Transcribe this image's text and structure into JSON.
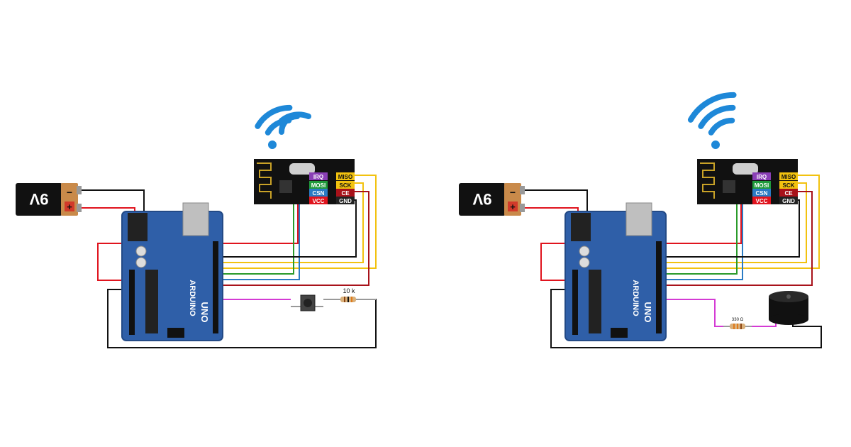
{
  "colors": {
    "wifi": "#1e88d8",
    "board": "#2f5fa8",
    "board_edge": "#234a86",
    "battery_body": "#111111",
    "battery_cap": "#c98a4a",
    "battery_terminal_pos": "#d23a2a",
    "wire_red": "#e0141e",
    "wire_black": "#111111",
    "wire_yellow": "#f2c20f",
    "wire_green": "#2a9a2a",
    "wire_blue": "#2a7bc4",
    "wire_magenta": "#d43bd4",
    "pin_irq": "#8a3fb6",
    "pin_mosi": "#1f9a3a",
    "pin_csn": "#2a7bc4",
    "pin_vcc": "#e0141e",
    "pin_miso": "#f2c20f",
    "pin_sck": "#f2c20f",
    "pin_ce": "#a8121a",
    "pin_gnd": "#222222"
  },
  "icons": {
    "wifi": "wifi-icon"
  },
  "left_circuit": {
    "battery": {
      "voltage": "9V",
      "minus": "−",
      "plus": "+"
    },
    "board": {
      "brand": "ARDUINO",
      "model": "UNO"
    },
    "radio_pins": {
      "irq": "IRQ",
      "miso": "MISO",
      "mosi": "MOSI",
      "sck": "SCK",
      "csn": "CSN",
      "ce": "CE",
      "vcc": "VCC",
      "gnd": "GND"
    },
    "resistor_label": "10 k"
  },
  "right_circuit": {
    "battery": {
      "voltage": "9V",
      "minus": "−",
      "plus": "+"
    },
    "board": {
      "brand": "ARDUINO",
      "model": "UNO"
    },
    "radio_pins": {
      "irq": "IRQ",
      "miso": "MISO",
      "mosi": "MOSI",
      "sck": "SCK",
      "csn": "CSN",
      "ce": "CE",
      "vcc": "VCC",
      "gnd": "GND"
    },
    "resistor_label": "330 Ω"
  }
}
